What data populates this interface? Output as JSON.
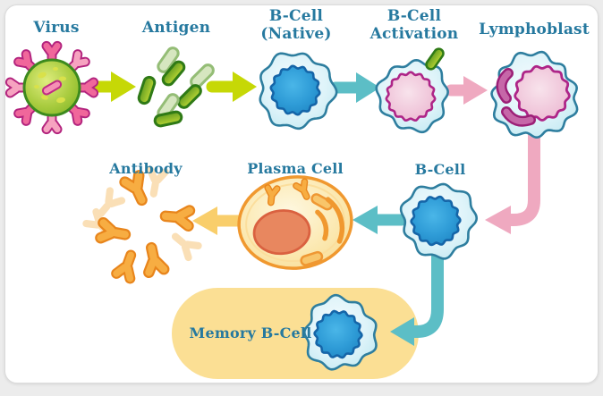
{
  "labels": {
    "virus": "Virus",
    "antigen": "Antigen",
    "bcell_native": [
      "B-Cell",
      "(Native)"
    ],
    "bcell_activation": [
      "B-Cell",
      "Activation"
    ],
    "lymphoblast": "Lymphoblast",
    "antibody": "Antibody",
    "plasma_cell": "Plasma Cell",
    "bcell": "B-Cell",
    "memory_bcell": "Memory B-Cell"
  },
  "colors": {
    "label_text": "#26799F",
    "arrow_green": "#C6D806",
    "arrow_teal": "#5CBEC6",
    "arrow_pink": "#EFA9C0",
    "arrow_yellow": "#F9CE6B",
    "memory_pill": "#FBDF94",
    "cell_membrane": "#2E7E9F",
    "nucleus_blue_border": "#1565A8",
    "nucleus_pink_border": "#AE2588",
    "virus_border": "#3C8A1E",
    "virus_spike": "#F0679B",
    "plasma_border": "#F0982F",
    "antibody_orange": "#F7AD42"
  },
  "flow": {
    "sequence": [
      "Virus",
      "Antigen",
      "B-Cell (Native)",
      "B-Cell Activation",
      "Lymphoblast",
      "B-Cell"
    ],
    "branches": [
      [
        "B-Cell",
        "Plasma Cell",
        "Antibody"
      ],
      [
        "B-Cell",
        "Memory B-Cell"
      ]
    ]
  }
}
